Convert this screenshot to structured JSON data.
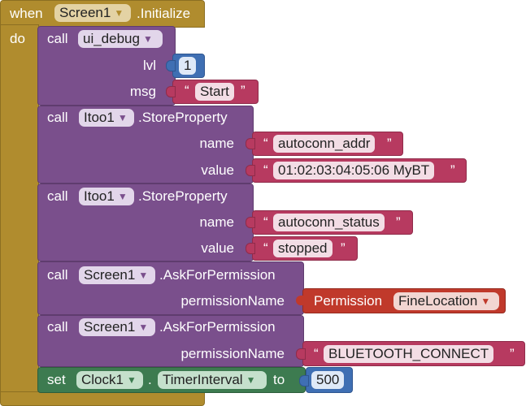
{
  "event": {
    "when": "when",
    "component": "Screen1",
    "event_name": ".Initialize",
    "do": "do"
  },
  "blocks": {
    "b1": {
      "call": "call",
      "component": "ui_debug",
      "arg1_name": "lvl",
      "arg1_value": "1",
      "arg2_name": "msg",
      "arg2_value": "Start"
    },
    "b2": {
      "call": "call",
      "component": "Itoo1",
      "method": ".StoreProperty",
      "arg1_name": "name",
      "arg1_value": "autoconn_addr",
      "arg2_name": "value",
      "arg2_value": "01:02:03:04:05:06 MyBT"
    },
    "b3": {
      "call": "call",
      "component": "Itoo1",
      "method": ".StoreProperty",
      "arg1_name": "name",
      "arg1_value": "autoconn_status",
      "arg2_name": "value",
      "arg2_value": "stopped"
    },
    "b4": {
      "call": "call",
      "component": "Screen1",
      "method": ".AskForPermission",
      "arg_name": "permissionName",
      "perm_label": "Permission",
      "perm_value": "FineLocation"
    },
    "b5": {
      "call": "call",
      "component": "Screen1",
      "method": ".AskForPermission",
      "arg_name": "permissionName",
      "arg_value": "BLUETOOTH_CONNECT"
    },
    "b6": {
      "set": "set",
      "component": "Clock1",
      "dot": ".",
      "property": "TimerInterval",
      "to": "to",
      "value": "500"
    }
  },
  "colors": {
    "event": "#b08c2e",
    "procedure": "#7a4f8c",
    "text": "#b73a60",
    "math": "#3f6fb3",
    "setter": "#3d7b50",
    "dropdown_arrow": "#c0392b"
  }
}
